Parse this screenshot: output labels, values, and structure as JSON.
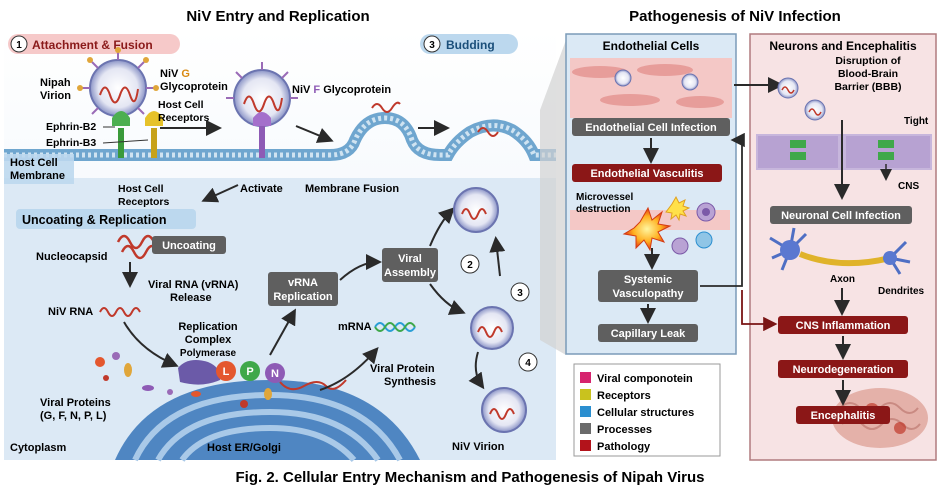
{
  "left_title": "NiV Entry and Replication",
  "right_title": "Pathogenesis of NiV Infection",
  "caption": "Fig. 2. Cellular Entry Mechanism and Pathogenesis of Nipah Virus",
  "entry": {
    "step1_num": "1",
    "step1_label": "Attachment & Fusion",
    "step3_num": "3",
    "step3_label": "Budding",
    "nipah_virion": [
      "Nipah",
      "Virion"
    ],
    "niv_g_prefix": "NiV ",
    "niv_g_letter": "G",
    "niv_g_line2": "Glycoprotein",
    "niv_f_prefix": "NiV ",
    "niv_f_letter": "F",
    "niv_f_suffix": " Glycoprotein",
    "host_receptors_top": [
      "Host Cell",
      "Receptors"
    ],
    "ephrin_b2": "Ephrin-B2",
    "ephrin_b3": "Ephrin-B3",
    "host_membrane": [
      "Host Cell",
      "Membrane"
    ],
    "host_receptors_bottom": [
      "Host Cell",
      "Receptors"
    ],
    "activate": "Activate",
    "membrane_fusion": "Membrane Fusion"
  },
  "replication": {
    "header": "Uncoating & Replication",
    "nucleocapsid": "Nucleocapsid",
    "uncoating": "Uncoating",
    "vrna_release": [
      "Viral RNA (vRNA)",
      "Release"
    ],
    "niv_rna": "NiV RNA",
    "vrna_replication": [
      "vRNA",
      "Replication"
    ],
    "viral_assembly": [
      "Viral",
      "Assembly"
    ],
    "step2": "2",
    "step3": "3",
    "step4": "4",
    "replication_complex": [
      "Replication",
      "Complex"
    ],
    "polymerase": "Polymerase",
    "l": "L",
    "p": "P",
    "n": "N",
    "mrna": "mRNA",
    "viral_protein_synthesis": [
      "Viral Protein",
      "Synthesis"
    ],
    "viral_proteins": [
      "Viral Proteins",
      "(G, F, N, P, L)"
    ],
    "cytoplasm": "Cytoplasm",
    "host_er": "Host ER/Golgi",
    "niv_virion": "NiV Virion"
  },
  "endothelial": {
    "panel_title": "Endothelial Cells",
    "cell_infection": "Endothelial Cell Infection",
    "vasculitis": "Endothelial Vasculitis",
    "microvessel": [
      "Microvessel",
      "destruction"
    ],
    "systemic": [
      "Systemic",
      "Vasculopathy"
    ],
    "capillary_leak": "Capillary Leak"
  },
  "neurons": {
    "panel_title": "Neurons and Encephalitis",
    "bbb": [
      "Disruption of",
      "Blood-Brain",
      "Barrier (BBB)"
    ],
    "tight": "Tight",
    "cns": "CNS",
    "neuronal_infection": "Neuronal Cell Infection",
    "axon": "Axon",
    "dendrites": "Dendrites",
    "cns_inflammation": "CNS Inflammation",
    "neurodegeneration": "Neurodegeneration",
    "encephalitis": "Encephalitis"
  },
  "legend": [
    {
      "label": "Viral componotein",
      "color": "#d6246e"
    },
    {
      "label": "Receptors",
      "color": "#c9c21e"
    },
    {
      "label": "Cellular structures",
      "color": "#2b8fd0"
    },
    {
      "label": "Processes",
      "color": "#6b6b6b"
    },
    {
      "label": "Pathology",
      "color": "#b3131b"
    }
  ],
  "colors": {
    "process_box": "#5f5f5f",
    "pathology_box": "#8b1717",
    "blue_panel": "#dbe9f5",
    "pink_panel": "#f7e3e4",
    "membrane": "#6fa6cf",
    "virus_body": "#8a93c6",
    "rna": "#c0392b"
  }
}
